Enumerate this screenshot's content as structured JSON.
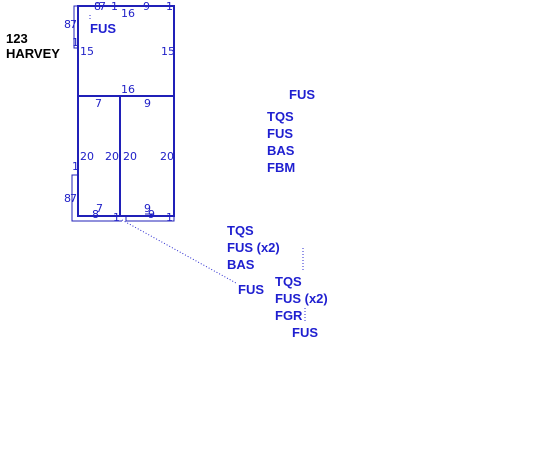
{
  "address": {
    "number": "123",
    "street": "HARVEY"
  },
  "top_room": {
    "code": "FUS",
    "top_dims": [
      "8",
      "7",
      "1",
      "16",
      "9",
      "1"
    ],
    "left_dims": [
      "8",
      "7",
      "1",
      "15"
    ],
    "right_dim": "15",
    "bottom_dims": [
      "16",
      "7",
      "9"
    ]
  },
  "lower_left_room": {
    "left_dim": "20",
    "right_dim": "20",
    "side_dims": [
      "1",
      "8",
      "7"
    ],
    "bottom_dims": [
      "8",
      "7",
      "1"
    ]
  },
  "lower_right_room": {
    "left_dim": "20",
    "right_dim": "20",
    "bottom_dims": [
      "9",
      "9",
      "1"
    ]
  },
  "legend_upper": {
    "title": "FUS",
    "items": [
      "TQS",
      "FUS",
      "BAS",
      "FBM"
    ]
  },
  "legend_lower": {
    "left_items": [
      "TQS",
      "FUS (x2)",
      "BAS"
    ],
    "left_footer": "FUS",
    "right_items": [
      "TQS",
      "FUS (x2)",
      "FGR"
    ],
    "right_footer": "FUS"
  },
  "colors": {
    "line": "#2020b8",
    "label": "#1f1fd0",
    "address": "#000000"
  }
}
